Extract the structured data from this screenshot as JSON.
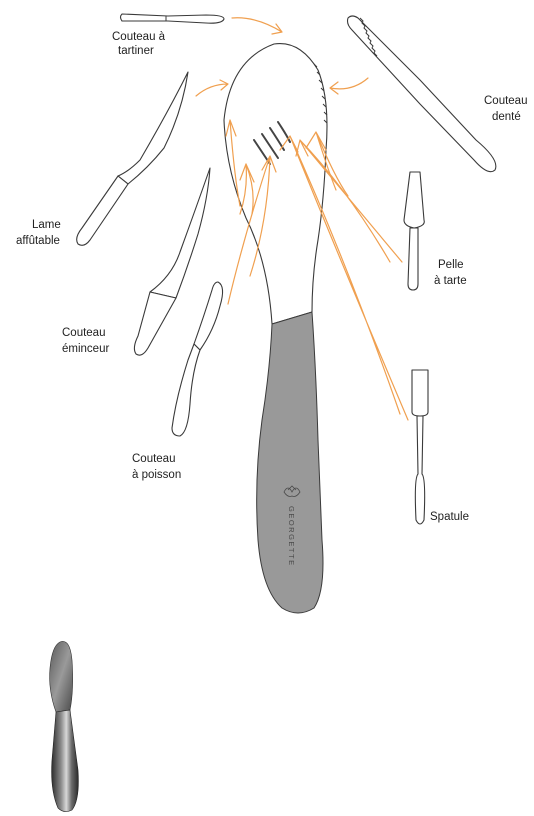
{
  "colors": {
    "accent_orange": "#f0a050",
    "outline": "#3a3a3a",
    "handle_grey": "#999999",
    "text": "#222222"
  },
  "brand_mark": {
    "icon": "lotus-logo-icon",
    "text": "GEORGETTE"
  },
  "labels": {
    "couteau_a_tartiner": [
      "Couteau à",
      "tartiner"
    ],
    "couteau_dente": [
      "Couteau",
      "denté"
    ],
    "lame_affutable": [
      "Lame",
      "affûtable"
    ],
    "pelle_a_tarte": [
      "Pelle",
      "à tarte"
    ],
    "couteau_eminceur": [
      "Couteau",
      "éminceur"
    ],
    "couteau_a_poisson": [
      "Couteau",
      "à poisson"
    ],
    "spatule": [
      "Spatule"
    ]
  }
}
